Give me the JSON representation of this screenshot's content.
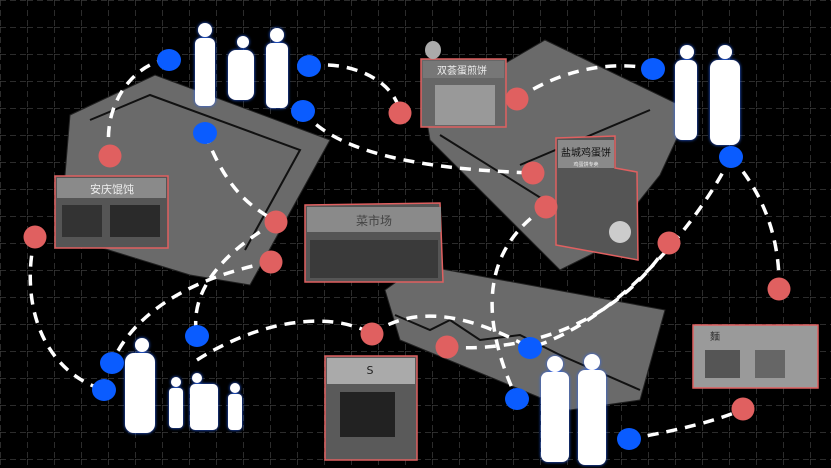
{
  "colors": {
    "background": "#000000",
    "grid": "#3a3a3a",
    "node_red": "#e06060",
    "node_blue": "#0a5cff",
    "path": "#ffffff",
    "platform": "#6a6a6a",
    "photo_border": "#e06060"
  },
  "shops": [
    {
      "id": "anqing",
      "sign": "安庆馄饨"
    },
    {
      "id": "jianbing",
      "sign": "双荟蛋煎饼"
    },
    {
      "id": "yancheng",
      "sign": "盐城鸡蛋饼",
      "sub": "鸡蛋饼专卖"
    },
    {
      "id": "market",
      "sign": "菜市场"
    },
    {
      "id": "s-shop",
      "sign": "S"
    },
    {
      "id": "noodle",
      "sign": "麵"
    }
  ]
}
